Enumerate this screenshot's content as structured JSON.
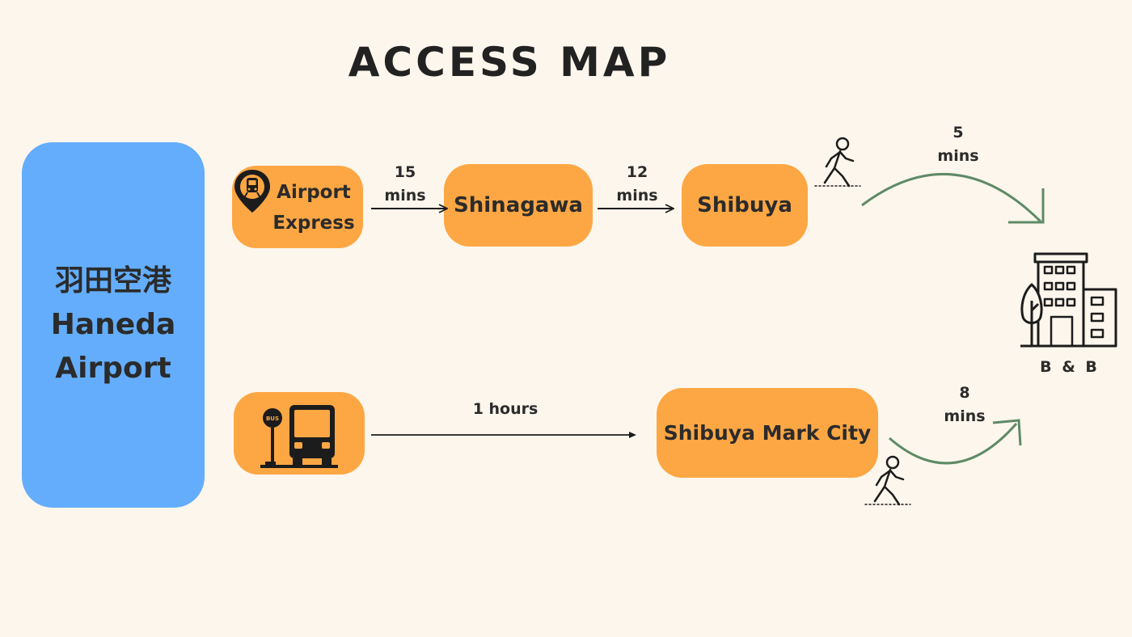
{
  "title": "ACCESS MAP",
  "origin": {
    "line1": "羽田空港",
    "line2": "Haneda",
    "line3": "Airport"
  },
  "train_route": {
    "start": {
      "line1": "Airport",
      "line2": "Express",
      "icon": "train-location-pin-icon"
    },
    "leg1": {
      "value": "15",
      "unit": "mins"
    },
    "station1": "Shinagawa",
    "leg2": {
      "value": "12",
      "unit": "mins"
    },
    "station2": "Shibuya",
    "walk": {
      "value": "5",
      "unit": "mins",
      "icon": "walking-person-icon"
    }
  },
  "bus_route": {
    "start": {
      "icon": "bus-stop-icon"
    },
    "leg1": {
      "duration": "1 hours"
    },
    "station1": "Shibuya Mark City",
    "walk": {
      "value": "8",
      "unit": "mins",
      "icon": "walking-person-icon"
    }
  },
  "destination": {
    "label": "B & B",
    "icon": "building-with-tree-icon"
  },
  "colors": {
    "background": "#fdf6ec",
    "station_box": "#fda744",
    "airport_box": "#63adfc",
    "walk_arrow": "#5e8a66"
  }
}
